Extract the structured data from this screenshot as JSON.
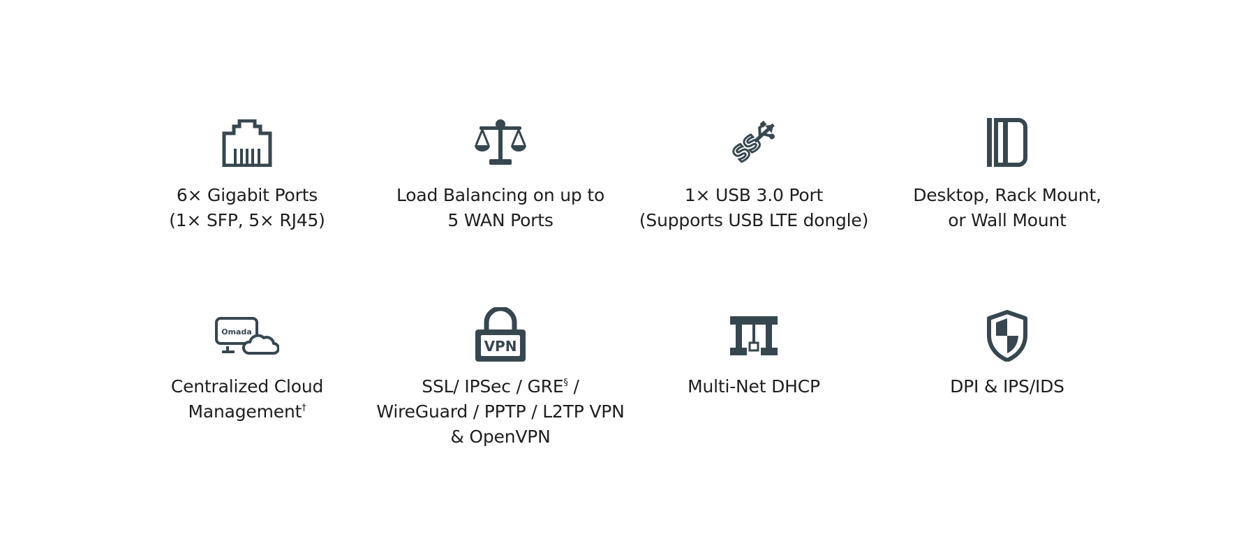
{
  "colors": {
    "icon": "#37474f",
    "text": "#1e1e1e",
    "background": "#ffffff"
  },
  "features": [
    {
      "icon": "ethernet-port-icon",
      "lines": [
        "6× Gigabit Ports",
        "(1× SFP, 5× RJ45)"
      ]
    },
    {
      "icon": "balance-scale-icon",
      "lines": [
        "Load Balancing on up to",
        "5 WAN Ports"
      ]
    },
    {
      "icon": "usb-ss-icon",
      "icon_text": "SS",
      "lines": [
        "1× USB 3.0 Port",
        "(Supports USB LTE dongle)"
      ]
    },
    {
      "icon": "mount-bracket-icon",
      "lines": [
        "Desktop, Rack Mount,",
        "or Wall Mount"
      ]
    },
    {
      "icon": "omada-cloud-icon",
      "icon_text": "Omada",
      "lines": [
        "Centralized Cloud",
        "Management"
      ],
      "line2_sup": "†"
    },
    {
      "icon": "vpn-lock-icon",
      "icon_text": "VPN",
      "line1_main": "SSL/ IPSec / GRE",
      "line1_sup": "§",
      "line1_tail": " /",
      "lines": [
        "",
        "WireGuard / PPTP / L2TP VPN",
        "& OpenVPN"
      ]
    },
    {
      "icon": "multi-net-icon",
      "lines": [
        "Multi-Net DHCP"
      ]
    },
    {
      "icon": "shield-icon",
      "lines": [
        "DPI & IPS/IDS"
      ]
    }
  ]
}
